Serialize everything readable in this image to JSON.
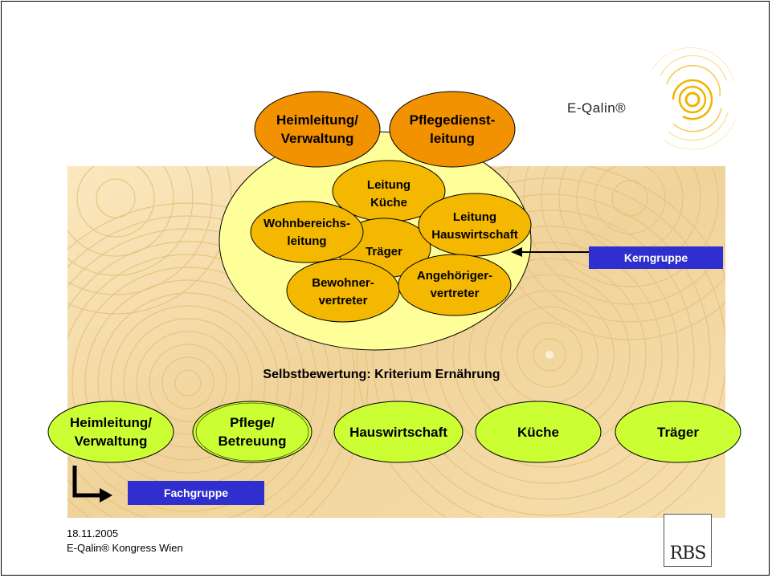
{
  "slide": {
    "heading": "Selbstbewertung: Kriterium Ernährung",
    "kern_label": "Kerngruppe",
    "fach_label": "Fachgruppe",
    "footer_date": "18.11.2005",
    "footer_congress": "E-Qalin® Kongress Wien",
    "logo_text": "E-Qalin®",
    "rbs_text": "RBS"
  },
  "top_ellipses": [
    {
      "line1": "Heimleitung/",
      "line2": "Verwaltung"
    },
    {
      "line1": "Pflegedienst-",
      "line2": "leitung"
    }
  ],
  "kern_members": [
    {
      "line1": "Leitung",
      "line2": "Küche"
    },
    {
      "line1": "Wohnbereichs-",
      "line2": "leitung"
    },
    {
      "line1": "Träger",
      "line2": ""
    },
    {
      "line1": "Leitung",
      "line2": "Hauswirtschaft"
    },
    {
      "line1": "Bewohner-",
      "line2": "vertreter"
    },
    {
      "line1": "Angehöriger-",
      "line2": "vertreter"
    }
  ],
  "fach_groups": [
    {
      "line1": "Heimleitung/",
      "line2": "Verwaltung"
    },
    {
      "line1": "Pflege/",
      "line2": "Betreuung"
    },
    {
      "line1": "Hauswirtschaft",
      "line2": ""
    },
    {
      "line1": "Küche",
      "line2": ""
    },
    {
      "line1": "Träger",
      "line2": ""
    }
  ],
  "colors": {
    "orange": "#f39200",
    "gold": "#f5b800",
    "pale_yellow": "#ffff99",
    "lime": "#ccff33",
    "label_blue": "#2f2fd0",
    "bg_tan": "#f2d9a6"
  }
}
